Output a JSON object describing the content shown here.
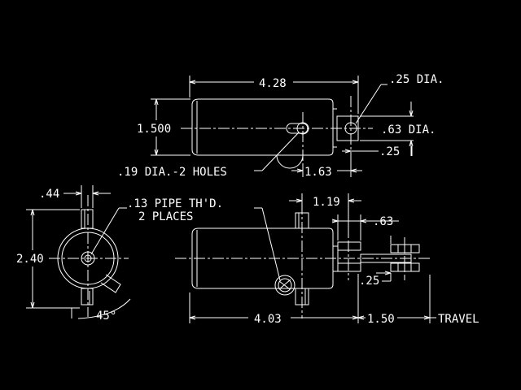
{
  "drawing": {
    "colors": {
      "background": "#000000",
      "lines": "#ffffff"
    },
    "top_view": {
      "length": "4.28",
      "height": "1.500",
      "rod_hole": ".25 DIA.",
      "rod_dia": ".63 DIA.",
      "rod_offset": ".25",
      "mount_holes": ".19 DIA.-2 HOLES",
      "hole_offset": "1.63"
    },
    "end_view": {
      "width": ".44",
      "height": "2.40",
      "angle": "45°"
    },
    "side_view": {
      "pipe_thread_line1": ".13 PIPE TH'D.",
      "pipe_thread_line2": "2 PLACES",
      "port_offset": "1.19",
      "rod_len": ".63",
      "clevis": ".25",
      "body_len": "4.03",
      "stroke_len": "1.50",
      "stroke_label": "TRAVEL"
    }
  }
}
